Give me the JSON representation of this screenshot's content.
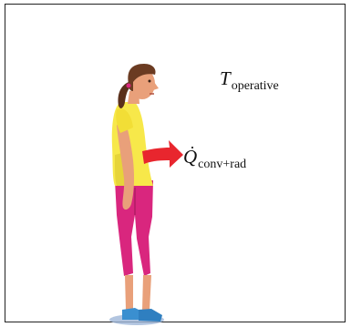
{
  "labels": {
    "operative": {
      "symbol": "T",
      "subscript": "operative"
    },
    "heat_flow": {
      "symbol": "Q",
      "accent": "·",
      "subscript": "conv+rad"
    }
  },
  "colors": {
    "shirt": "#f7e84a",
    "pants": "#d9267e",
    "arrow": "#e8262e",
    "skin": "#e9a07a",
    "hair": "#6b3b22",
    "shoes": "#3a8fd0",
    "shadow": "#9fb6d8"
  }
}
